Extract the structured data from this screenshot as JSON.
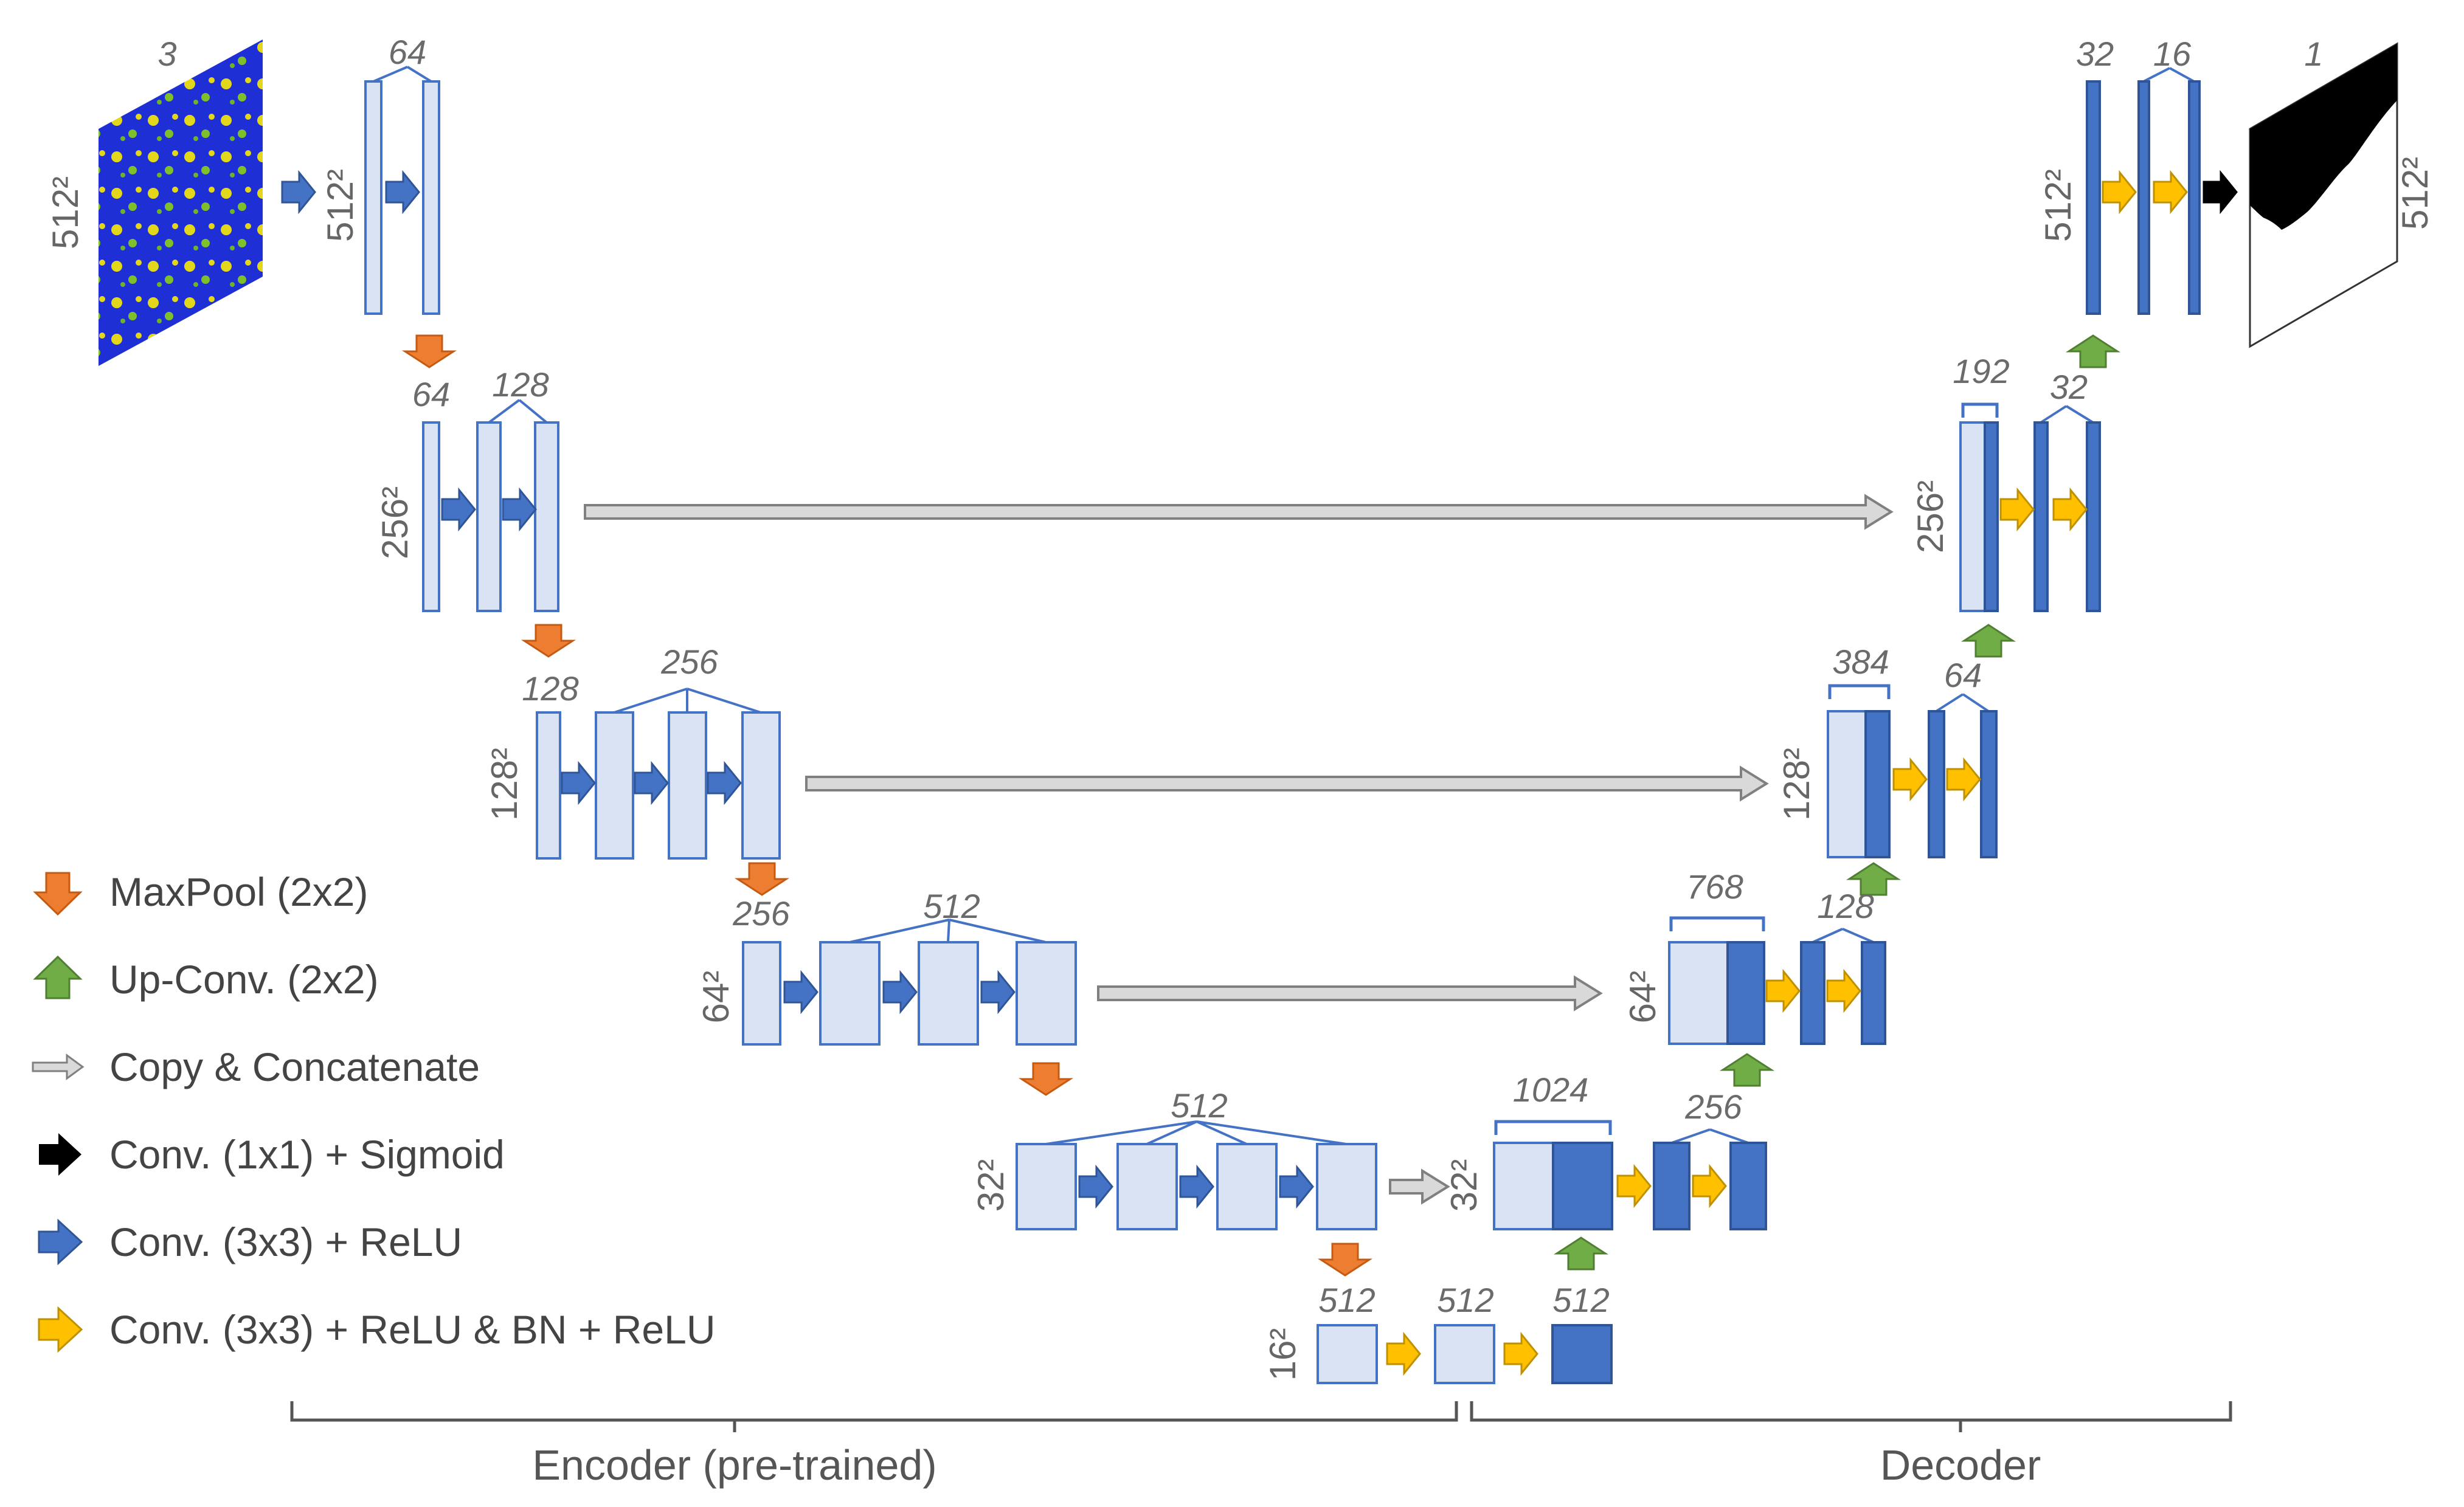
{
  "diagram": {
    "colors": {
      "block_fill": "#d9e3f3",
      "block_stroke": "#4472c4",
      "decoder_fill": "#4472c4",
      "conv_relu_arrow": "#4472c4",
      "conv_relu_bn_arrow": "#ffc000",
      "maxpool_arrow": "#ed7d31",
      "upconv_arrow": "#70ad47",
      "copy_arrow": "#d9d9d9",
      "sigmoid_arrow": "#000000"
    },
    "input": {
      "channels": "3",
      "size": "512²"
    },
    "output": {
      "channels": "1",
      "size": "512²"
    },
    "encoder_levels": [
      {
        "size": "512²",
        "channels": [
          "64"
        ]
      },
      {
        "size": "256²",
        "channels": [
          "64",
          "128"
        ]
      },
      {
        "size": "128²",
        "channels": [
          "128",
          "256"
        ]
      },
      {
        "size": "64²",
        "channels": [
          "256",
          "512"
        ]
      },
      {
        "size": "32²",
        "channels": [
          "512"
        ]
      }
    ],
    "bottleneck": {
      "size": "16²",
      "channels": [
        "512",
        "512",
        "512"
      ]
    },
    "decoder_levels": [
      {
        "size": "32²",
        "concat": "1024",
        "conv": "256"
      },
      {
        "size": "64²",
        "concat": "768",
        "conv": "128"
      },
      {
        "size": "128²",
        "concat": "384",
        "conv": "64"
      },
      {
        "size": "256²",
        "concat": "192",
        "conv": "32"
      },
      {
        "size": "512²",
        "channels": [
          "32",
          "16"
        ]
      }
    ]
  },
  "legend": [
    {
      "icon": "maxpool-arrow-icon",
      "label": "MaxPool (2x2)"
    },
    {
      "icon": "upconv-arrow-icon",
      "label": "Up-Conv. (2x2)"
    },
    {
      "icon": "copy-arrow-icon",
      "label": "Copy & Concatenate"
    },
    {
      "icon": "sigmoid-arrow-icon",
      "label": "Conv. (1x1) + Sigmoid"
    },
    {
      "icon": "conv-relu-arrow-icon",
      "label": "Conv. (3x3) + ReLU"
    },
    {
      "icon": "conv-relu-bn-arrow-icon",
      "label": "Conv. (3x3) + ReLU & BN + ReLU"
    }
  ],
  "sections": {
    "encoder_label": "Encoder (pre-trained)",
    "decoder_label": "Decoder"
  }
}
